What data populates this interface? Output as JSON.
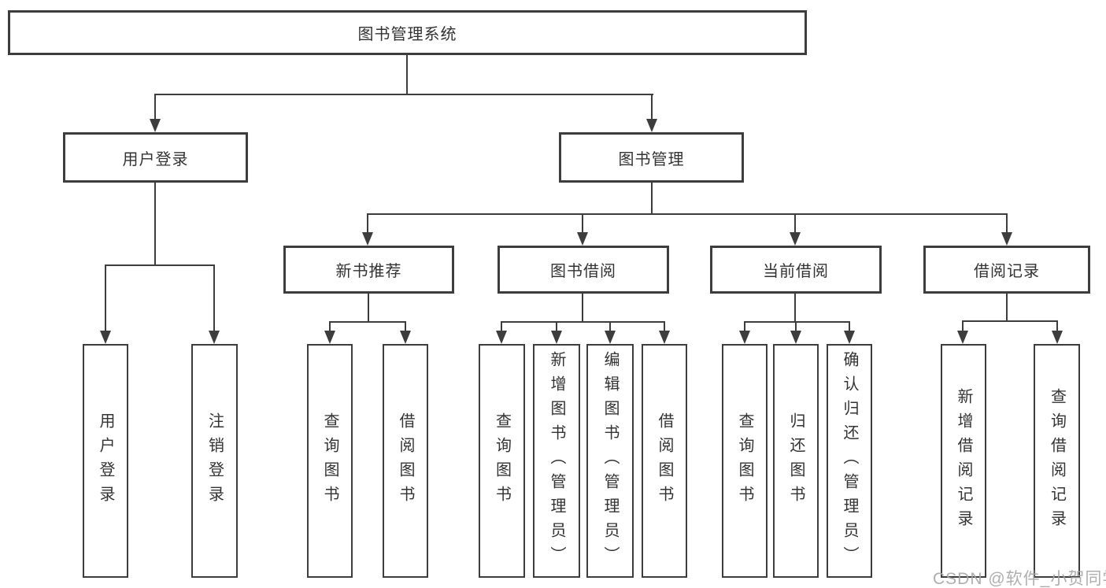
{
  "diagram": {
    "root": "图书管理系统",
    "watermark": "CSDN @软件_小贺同学",
    "colors": {
      "line": "#3d3d3d",
      "box_border": "#3d3d3d",
      "text": "#333333",
      "background": "#ffffff",
      "watermark": "#a6a6a6"
    },
    "level2": {
      "user_login": "用户登录",
      "book_mgmt": "图书管理"
    },
    "level3": {
      "new_books": "新书推荐",
      "borrowing": "图书借阅",
      "current_borrow": "当前借阅",
      "borrow_records": "借阅记录"
    },
    "leaves": {
      "user_login": [
        "用户登录",
        "注销登录"
      ],
      "new_books": [
        "查询图书",
        "借阅图书"
      ],
      "borrowing": [
        "查询图书",
        "新增图书（管理员）",
        "编辑图书（管理员）",
        "借阅图书"
      ],
      "current_borrow": [
        "查询图书",
        "归还图书",
        "确认归还（管理员）"
      ],
      "borrow_records": [
        "新增借阅记录",
        "查询借阅记录"
      ]
    }
  }
}
